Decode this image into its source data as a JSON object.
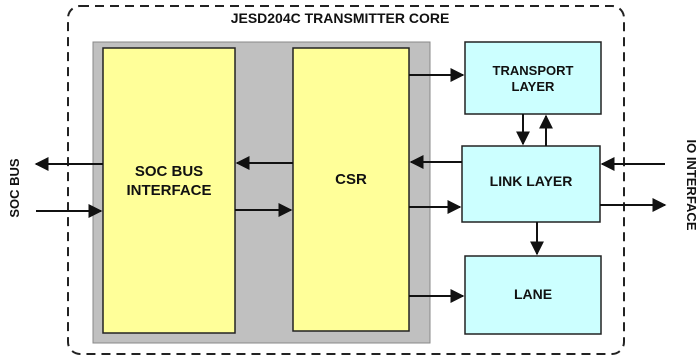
{
  "diagram": {
    "title": "JESD204C TRANSMITTER CORE",
    "blocks": {
      "soc_bus_interface": "SOC BUS\nINTERFACE",
      "csr": "CSR",
      "transport_layer": "TRANSPORT\nLAYER",
      "link_layer": "LINK LAYER",
      "lane": "LANE"
    },
    "external": {
      "soc_bus": "SOC BUS",
      "io_interface": "IO INTERFACE"
    },
    "colors": {
      "yellow_block": "#ffff99",
      "cyan_block": "#ccffff",
      "gray_region": "#c0c0c0",
      "border": "#222222"
    }
  }
}
